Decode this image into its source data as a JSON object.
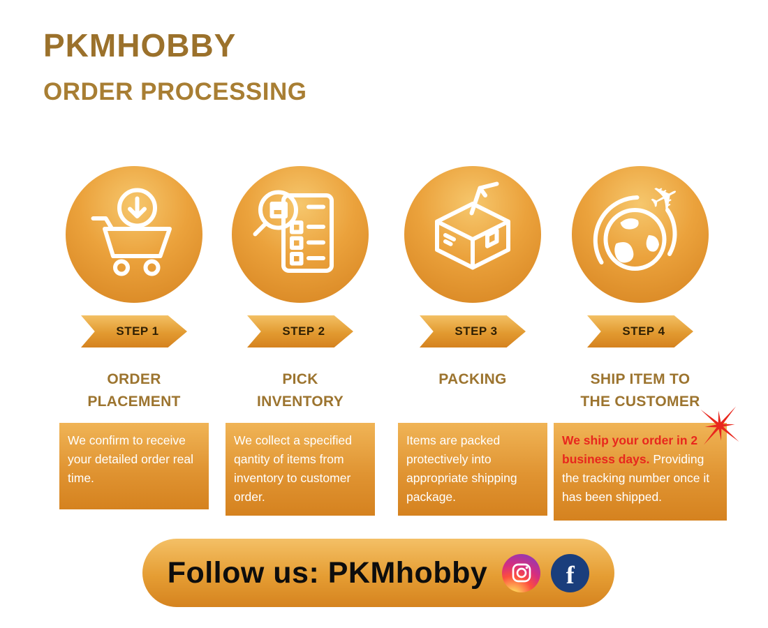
{
  "header": {
    "brand": "PKMHOBBY",
    "subtitle": "ORDER PROCESSING"
  },
  "steps": [
    {
      "badge": "STEP 1",
      "title": "ORDER\nPLACEMENT",
      "description": "We confirm to receive your detailed order real time.",
      "icon": "shopping-cart-download-icon"
    },
    {
      "badge": "STEP 2",
      "title": "PICK\nINVENTORY",
      "description": "We collect a specified qantity of items from inventory to customer order.",
      "icon": "pick-list-magnifier-icon"
    },
    {
      "badge": "STEP 3",
      "title": "PACKING",
      "description": "Items are packed protectively into appropriate shipping package.",
      "icon": "packing-box-icon"
    },
    {
      "badge": "STEP 4",
      "title": "SHIP ITEM TO\nTHE CUSTOMER",
      "description_highlight": "We ship your order in 2 business days.",
      "description": "Providing the tracking number once it has been shipped.",
      "icon": "globe-airplane-icon"
    }
  ],
  "footer": {
    "label": "Follow us: PKMhobby",
    "social": [
      "instagram-icon",
      "facebook-icon"
    ]
  },
  "colors": {
    "brand_text": "#9B712B",
    "gradient_light": "#F4BE62",
    "gradient_dark": "#D5821F",
    "step_badge_text": "#2E1F04",
    "description_text": "#FFFFFF",
    "highlight_red": "#E8271D",
    "facebook_blue": "#1A3E7C",
    "footer_text": "#0D0D0D"
  }
}
